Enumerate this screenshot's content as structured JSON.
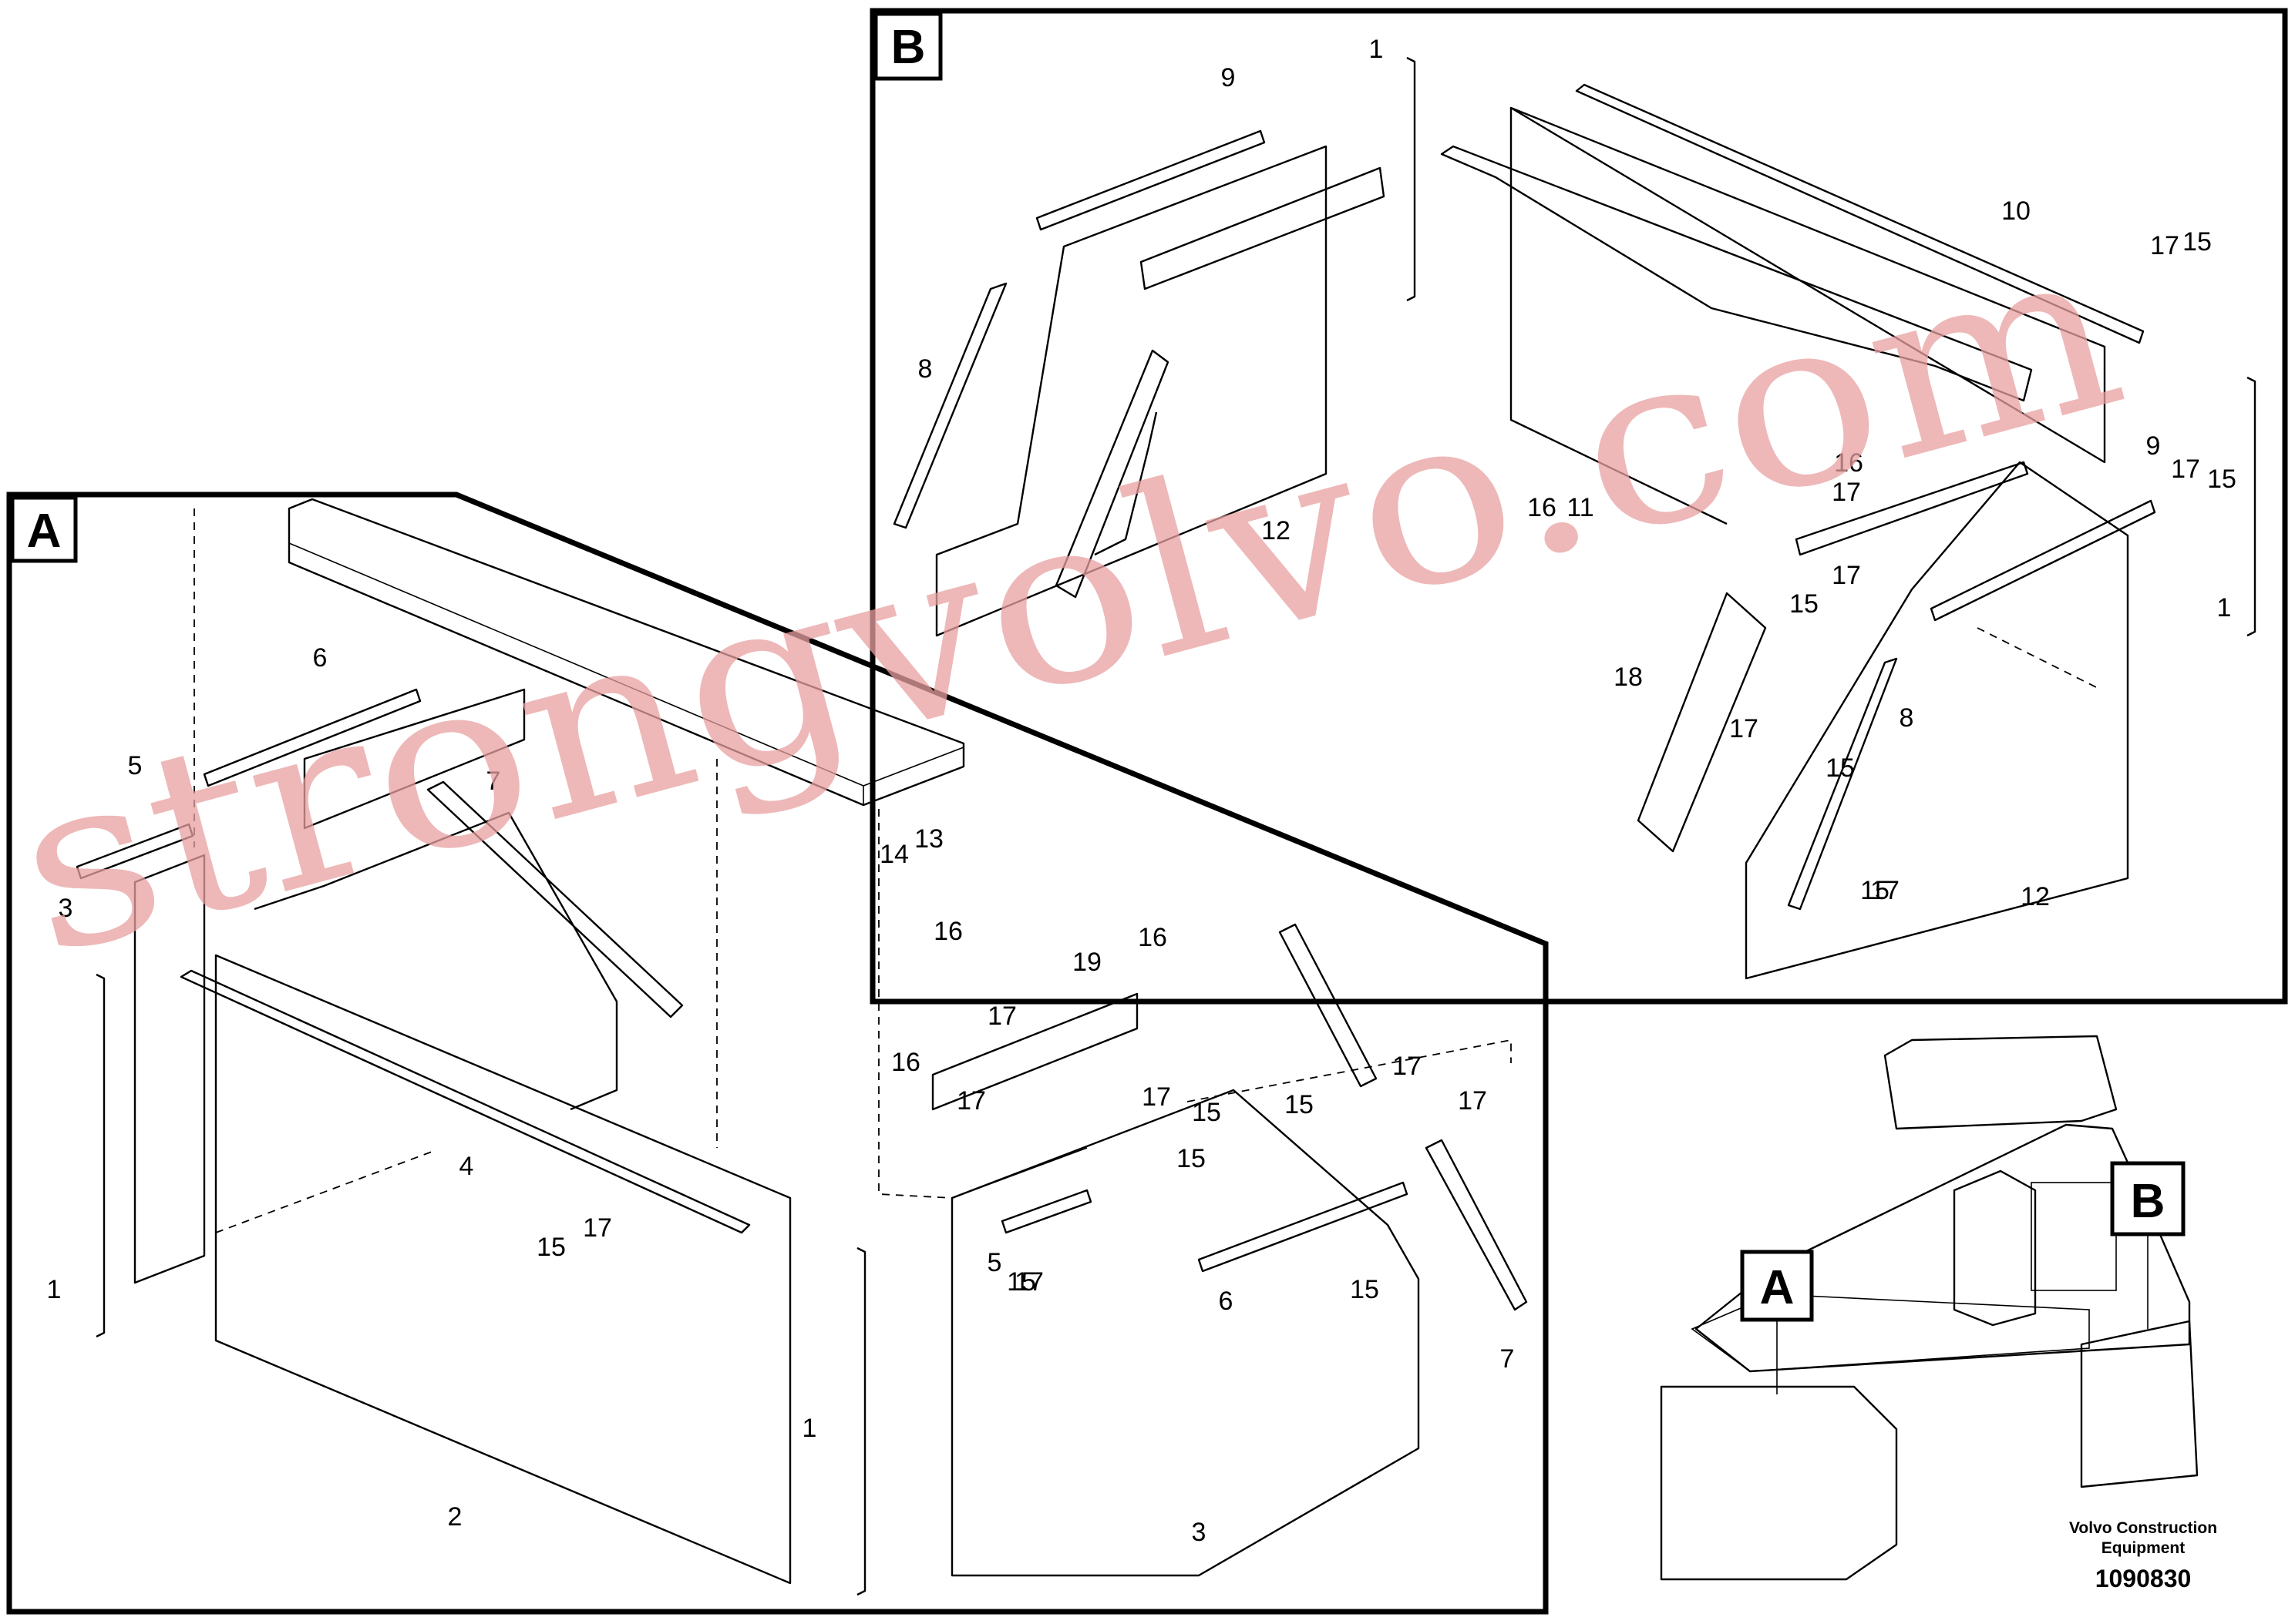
{
  "panel_tags": [
    "A",
    "B"
  ],
  "callouts_a": [
    "1",
    "1",
    "2",
    "3",
    "3",
    "4",
    "5",
    "5",
    "6",
    "6",
    "7",
    "7",
    "13",
    "14",
    "15",
    "15",
    "15",
    "15",
    "15",
    "16",
    "16",
    "16",
    "17",
    "17",
    "17",
    "17",
    "17",
    "17",
    "17",
    "19"
  ],
  "callouts_b": [
    "1",
    "1",
    "8",
    "8",
    "9",
    "9",
    "10",
    "11",
    "12",
    "12",
    "15",
    "15",
    "15",
    "15",
    "15",
    "15",
    "16",
    "16",
    "17",
    "17",
    "17",
    "17",
    "17",
    "17",
    "18"
  ],
  "inset_tags": [
    "A",
    "B"
  ],
  "brand": {
    "line1": "Volvo Construction",
    "line2": "Equipment"
  },
  "drawing_number": "1090830",
  "watermark": "strongvolvo.com",
  "colors": {
    "ink": "#000000",
    "watermark": "#e8a0a0",
    "paper": "#ffffff"
  }
}
